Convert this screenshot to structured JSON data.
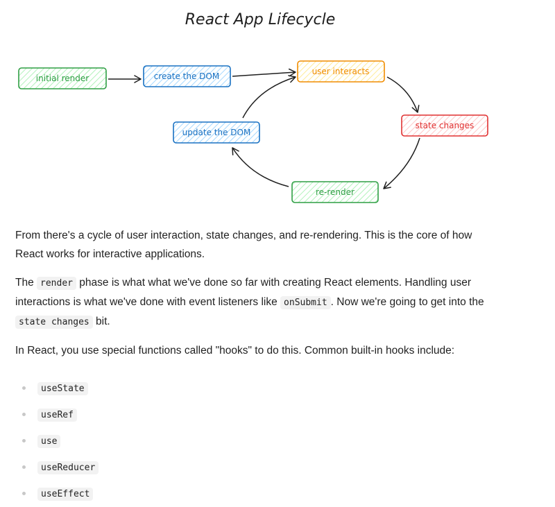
{
  "diagram": {
    "title": "React App Lifecycle",
    "nodes": {
      "initial_render": "initial render",
      "create_dom": "create the DOM",
      "user_interacts": "user interacts",
      "state_changes": "state changes",
      "re_render": "re-render",
      "update_dom": "update the DOM"
    },
    "colors": {
      "green": "#2f9e44",
      "blue": "#1971c2",
      "orange": "#f08c00",
      "red": "#e03131",
      "ink": "#1e1e1e"
    }
  },
  "content": {
    "p1": "From there's a cycle of user interaction, state changes, and re-rendering. This is the core of how React works for interactive applications.",
    "p2": {
      "t1": "The ",
      "c1": "render",
      "t2": " phase is what what we've done so far with creating React elements. Handling user interactions is what we've done with event listeners like ",
      "c2": "onSubmit",
      "t3": ". Now we're going to get into the ",
      "c3": "state changes",
      "t4": " bit."
    },
    "p3": "In React, you use special functions called \"hooks\" to do this. Common built-in hooks include:",
    "hooks": [
      "useState",
      "useRef",
      "use",
      "useReducer",
      "useEffect"
    ]
  }
}
